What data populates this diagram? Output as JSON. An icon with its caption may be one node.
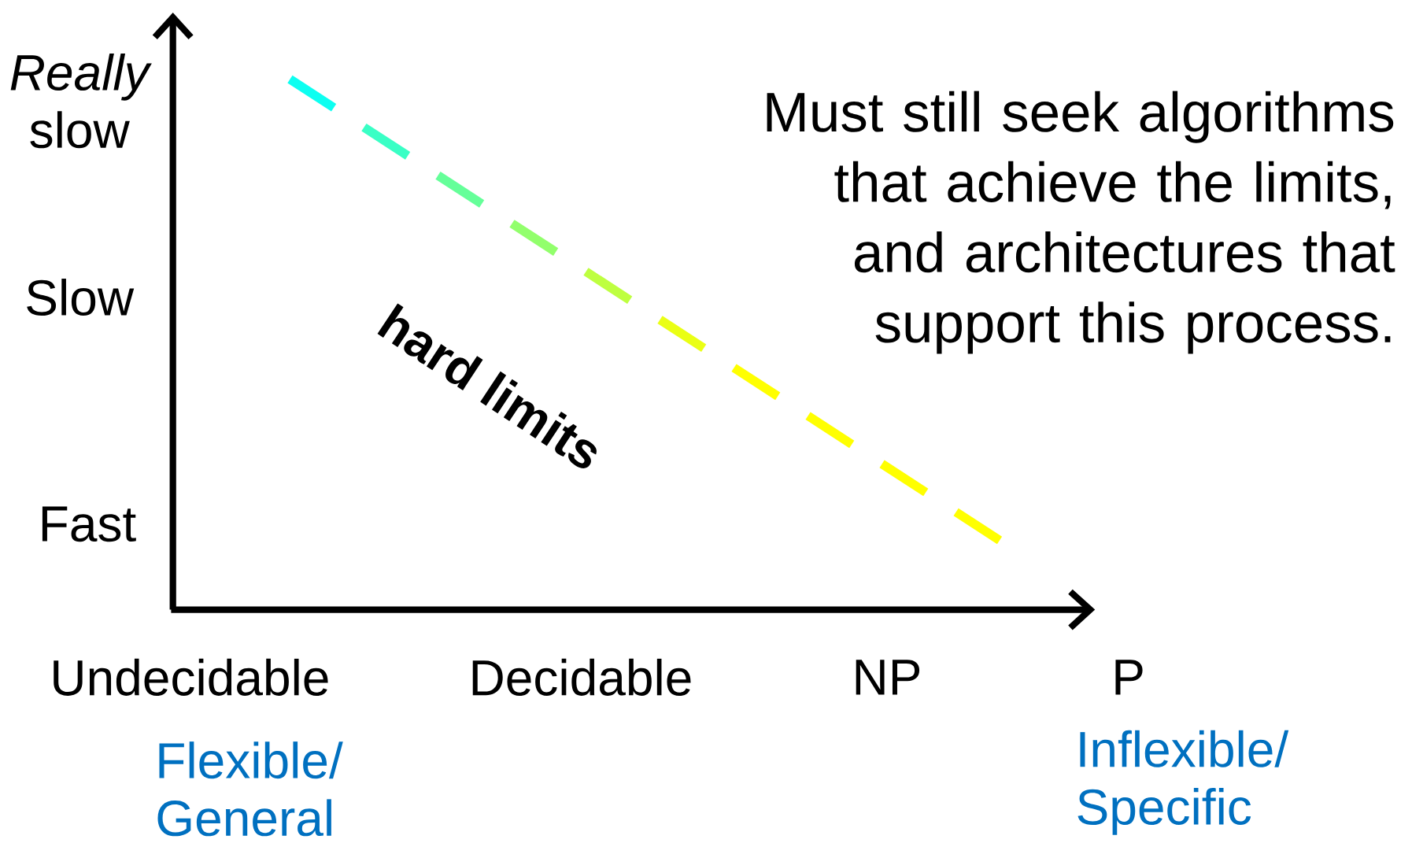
{
  "diagram": {
    "labels": [
      "*Really* slow",
      "Slow",
      "Fast",
      "hard limits",
      "Must still seek algorithms that achieve the limits, and architectures that support this process.",
      "Undecidable",
      "Decidable",
      "NP",
      "P",
      "Flexible/ General",
      "Inflexible/ Specific"
    ]
  }
}
